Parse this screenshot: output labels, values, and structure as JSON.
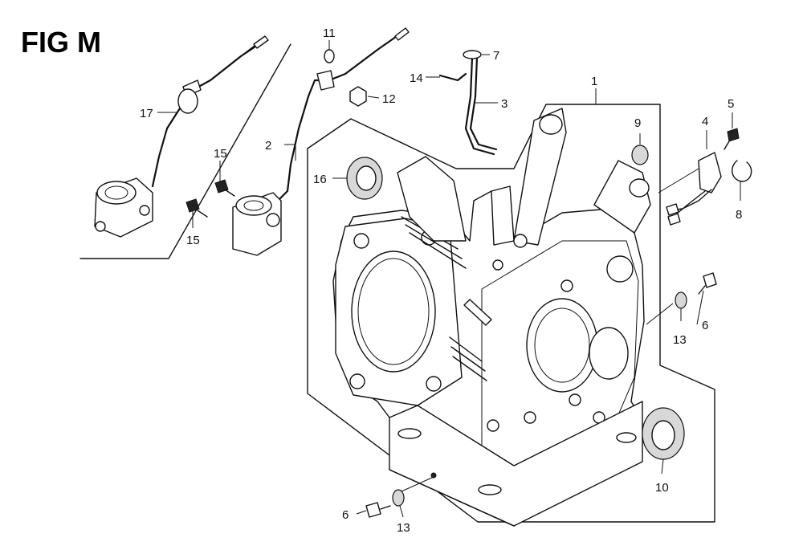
{
  "figure": {
    "title": "FIG M"
  },
  "callouts": [
    {
      "id": "c1",
      "label": "1"
    },
    {
      "id": "c2",
      "label": "2"
    },
    {
      "id": "c3",
      "label": "3"
    },
    {
      "id": "c4",
      "label": "4"
    },
    {
      "id": "c5",
      "label": "5"
    },
    {
      "id": "c6a",
      "label": "6"
    },
    {
      "id": "c6b",
      "label": "6"
    },
    {
      "id": "c7",
      "label": "7"
    },
    {
      "id": "c8",
      "label": "8"
    },
    {
      "id": "c9",
      "label": "9"
    },
    {
      "id": "c10",
      "label": "10"
    },
    {
      "id": "c11",
      "label": "11"
    },
    {
      "id": "c12",
      "label": "12"
    },
    {
      "id": "c13a",
      "label": "13"
    },
    {
      "id": "c13b",
      "label": "13"
    },
    {
      "id": "c14",
      "label": "14"
    },
    {
      "id": "c15a",
      "label": "15"
    },
    {
      "id": "c15b",
      "label": "15"
    },
    {
      "id": "c16",
      "label": "16"
    },
    {
      "id": "c17",
      "label": "17"
    }
  ]
}
